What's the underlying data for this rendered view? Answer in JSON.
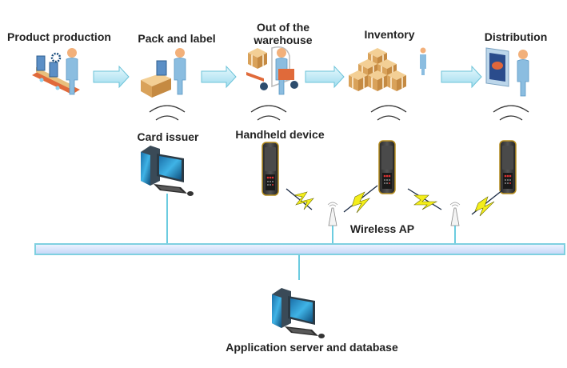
{
  "process": {
    "steps": [
      {
        "label": "Product production",
        "icon": "conveyor-worker-icon"
      },
      {
        "label": "Pack and label",
        "icon": "packing-worker-icon"
      },
      {
        "label": "Out of the warehouse",
        "icon": "forklift-icon"
      },
      {
        "label": "Inventory",
        "icon": "boxes-stack-icon"
      },
      {
        "label": "Distribution",
        "icon": "presentation-worker-icon"
      }
    ]
  },
  "devices": {
    "card_issuer": "Card issuer",
    "handheld": "Handheld device",
    "wireless_ap": "Wireless AP",
    "server": "Application server and database"
  },
  "colors": {
    "arrow_fill": "#bfe9f5",
    "arrow_stroke": "#6cc3d8",
    "bus_fill": "#d4e2fb",
    "bus_stroke": "#7fd0e0",
    "link_line": "#3bbad6",
    "lightning": "#f4ee1a",
    "box": "#e3b26b",
    "person": "#7fb6dc",
    "text": "#222222"
  }
}
